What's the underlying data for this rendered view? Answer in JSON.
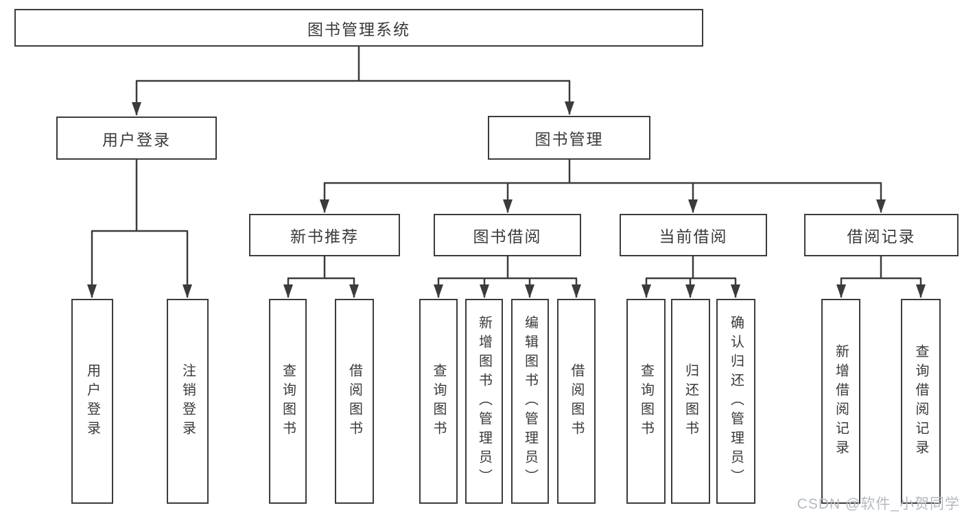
{
  "nodes": {
    "root": "图书管理系统",
    "user_login": "用户登录",
    "book_mgmt": "图书管理",
    "new_book_rec": "新书推荐",
    "book_borrow": "图书借阅",
    "current_borrow": "当前借阅",
    "borrow_record": "借阅记录",
    "ul_user_login": "用户登录",
    "ul_logout": "注销登录",
    "nb_query_book": "查询图书",
    "nb_borrow_book": "借阅图书",
    "bb_query_book": "查询图书",
    "bb_add_book": "新增图书（管理员）",
    "bb_edit_book": "编辑图书（管理员）",
    "bb_borrow_book": "借阅图书",
    "cb_query_book": "查询图书",
    "cb_return_book": "归还图书",
    "cb_confirm_return": "确认归还（管理员）",
    "br_add_record": "新增借阅记录",
    "br_query_record": "查询借阅记录"
  },
  "hierarchy": {
    "图书管理系统": {
      "用户登录": [
        "用户登录",
        "注销登录"
      ],
      "图书管理": {
        "新书推荐": [
          "查询图书",
          "借阅图书"
        ],
        "图书借阅": [
          "查询图书",
          "新增图书（管理员）",
          "编辑图书（管理员）",
          "借阅图书"
        ],
        "当前借阅": [
          "查询图书",
          "归还图书",
          "确认归还（管理员）"
        ],
        "借阅记录": [
          "新增借阅记录",
          "查询借阅记录"
        ]
      }
    }
  },
  "watermark": "CSDN @软件_小贺同学",
  "colors": {
    "line": "#3b3b3b",
    "text": "#3a3a3a",
    "box_background": "#ffffff",
    "watermark": "#b4b9c0",
    "page_background": "#ffffff"
  }
}
